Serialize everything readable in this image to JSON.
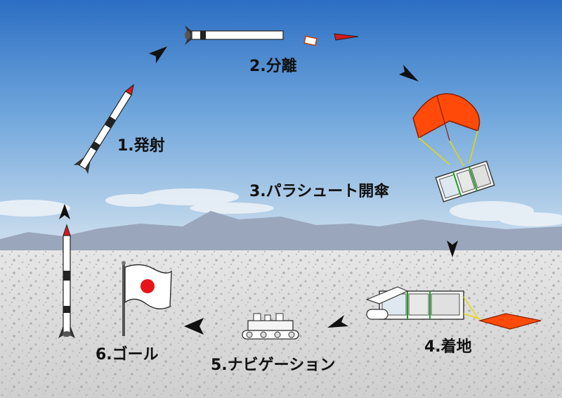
{
  "steps": [
    {
      "id": 1,
      "label": "1.発射"
    },
    {
      "id": 2,
      "label": "2.分離"
    },
    {
      "id": 3,
      "label": "3.パラシュート開傘"
    },
    {
      "id": 4,
      "label": "4.着地"
    },
    {
      "id": 5,
      "label": "5.ナビゲーション"
    },
    {
      "id": 6,
      "label": "6.ゴール"
    }
  ],
  "colors": {
    "sky_top": "#2d6fc4",
    "sky_bottom": "#c9dcec",
    "ground": "#dcdcdc",
    "parachute": "#ff4a0a",
    "rocket_nose": "#d8181b",
    "flag_sun": "#e8141a",
    "arrow": "#111111"
  },
  "icons": [
    "rocket-icon",
    "parachute-icon",
    "rover-icon",
    "flag-icon",
    "arrow-icon"
  ]
}
